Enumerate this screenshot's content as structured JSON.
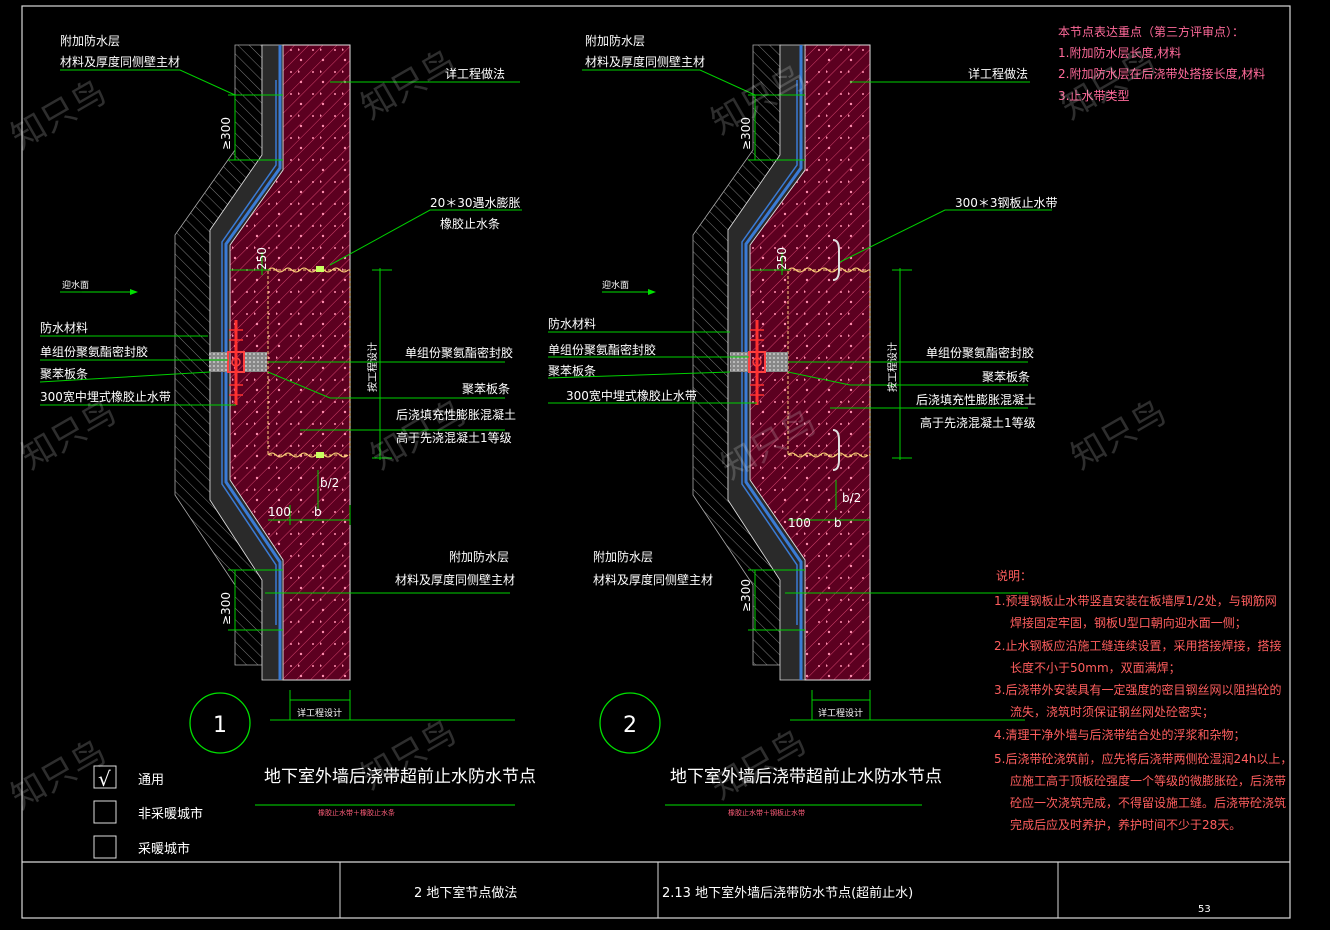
{
  "colors": {
    "background": "#000000",
    "frame": "#e0e0e0",
    "leader": "#00e000",
    "hatch": "#c03060",
    "concrete": "#8b0030",
    "membrane": "#3a7bd5",
    "notes": "#ff5e5e",
    "emphasis": "#ff6a9a",
    "white": "#ffffff"
  },
  "detail1": {
    "number": "1",
    "title": "地下室外墙后浇带超前止水防水节点",
    "subtitle": "橡胶止水带＋橡胶止水条",
    "labels": {
      "add_layer_top_1": "附加防水层",
      "add_layer_top_2": "材料及厚度同侧壁主材",
      "eng_method": "详工程做法",
      "strip_1": "20＊30遇水膨胀",
      "strip_2": "橡胶止水条",
      "water_face": "迎水面",
      "waterproof_material": "防水材料",
      "pu_sealant_left": "单组份聚氨酯密封胶",
      "foam_board_left": "聚苯板条",
      "embedded_stop": "300宽中埋式橡胶止水带",
      "pu_sealant_right": "单组份聚氨酯密封胶",
      "foam_board_right": "聚苯板条",
      "fill_1": "后浇填充性膨胀混凝土",
      "fill_2": "高于先浇混凝土1等级",
      "add_layer_bot_1": "附加防水层",
      "add_layer_bot_2": "材料及厚度同侧壁主材",
      "dim_300_top": "≥300",
      "dim_300_bot": "≥300",
      "dim_250": "250",
      "dim_b2": "b/2",
      "dim_100": "100",
      "dim_b": "b",
      "by_design_v": "按工程设计",
      "by_design_h": "详工程设计"
    }
  },
  "detail2": {
    "number": "2",
    "title": "地下室外墙后浇带超前止水防水节点",
    "subtitle": "橡胶止水带＋钢板止水带",
    "labels": {
      "add_layer_top_1": "附加防水层",
      "add_layer_top_2": "材料及厚度同侧壁主材",
      "eng_method": "详工程做法",
      "steel_plate": "300＊3钢板止水带",
      "water_face": "迎水面",
      "waterproof_material": "防水材料",
      "pu_sealant_left": "单组份聚氨酯密封胶",
      "foam_board_left": "聚苯板条",
      "embedded_stop": "300宽中埋式橡胶止水带",
      "pu_sealant_right": "单组份聚氨酯密封胶",
      "foam_board_right": "聚苯板条",
      "fill_1": "后浇填充性膨胀混凝土",
      "fill_2": "高于先浇混凝土1等级",
      "add_layer_bot_1": "附加防水层",
      "add_layer_bot_2": "材料及厚度同侧壁主材",
      "dim_300_top": "≥300",
      "dim_300_bot": "≥300",
      "dim_250": "250",
      "dim_b2": "b/2",
      "dim_100": "100",
      "dim_b": "b",
      "by_design_v": "按工程设计",
      "by_design_h": "详工程设计"
    }
  },
  "key_points": {
    "heading": "本节点表达重点（第三方评审点）：",
    "items": [
      "1.附加防水层长度,材料",
      "2.附加防水层在后浇带处搭接长度,材料",
      "3.止水带类型"
    ]
  },
  "notes": {
    "heading": "说明：",
    "lines": [
      "1.预埋钢板止水带竖直安装在板墙厚1/2处，与钢筋网",
      "焊接固定牢固，钢板U型口朝向迎水面一侧；",
      "2.止水钢板应沿施工缝连续设置，采用搭接焊接，搭接",
      "长度不小于50mm，双面满焊；",
      "3.后浇带外安装具有一定强度的密目钢丝网以阻挡砼的",
      "流失，浇筑时须保证钢丝网处砼密实；",
      "4.清理干净外墙与后浇带结合处的浮浆和杂物；",
      "5.后浇带砼浇筑前，应先将后浇带两侧砼湿润24h以上，",
      "应施工高于顶板砼强度一个等级的微膨胀砼，后浇带",
      "砼应一次浇筑完成，不得留设施工缝。后浇带砼浇筑",
      "完成后应及时养护，养护时间不少于28天。"
    ]
  },
  "checkboxes": [
    {
      "label": "通用",
      "checked": true,
      "mark": "√"
    },
    {
      "label": "非采暖城市",
      "checked": false,
      "mark": ""
    },
    {
      "label": "采暖城市",
      "checked": false,
      "mark": ""
    }
  ],
  "title_block": {
    "chapter": "2  地下室节点做法",
    "drawing_title": "2.13  地下室外墙后浇带防水节点(超前止水)",
    "page": "53"
  },
  "watermark": "知只鸟"
}
